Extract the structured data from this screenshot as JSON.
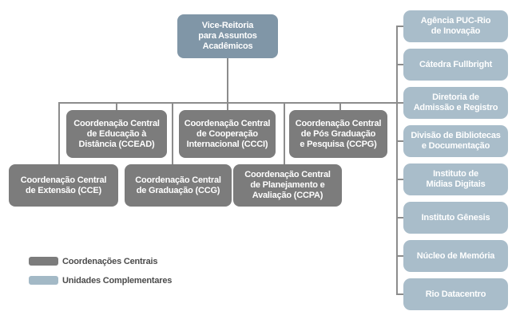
{
  "diagram": {
    "root_node": {
      "label": "Vice-Reitoria\npara Assuntos\nAcadêmicos"
    },
    "coordenacoes_centrais": [
      {
        "label": "Coordenação Central\nde Educação à\nDistância (CCEAD)"
      },
      {
        "label": "Coordenação Central\nde Cooperação\nInternacional (CCCI)"
      },
      {
        "label": "Coordenação Central\nde Pós Graduação\ne Pesquisa (CCPG)"
      },
      {
        "label": "Coordenação Central\nde Extensão (CCE)"
      },
      {
        "label": "Coordenação Central\nde Graduação (CCG)"
      },
      {
        "label": "Coordenação Central\nde Planejamento e\nAvaliação (CCPA)"
      }
    ],
    "unidades_complementares": [
      {
        "label": "Agência PUC-Rio\nde Inovação"
      },
      {
        "label": "Cátedra Fullbright"
      },
      {
        "label": "Diretoria de\nAdmissão e Registro"
      },
      {
        "label": "Divisão de Bibliotecas\ne Documentação"
      },
      {
        "label": "Instituto de\nMídias Digitais"
      },
      {
        "label": "Instituto Gênesis"
      },
      {
        "label": "Núcleo de Memória"
      },
      {
        "label": "Rio Datacentro"
      }
    ],
    "legend": {
      "items": [
        {
          "label": "Coordenações Centrais",
          "swatch_color": "#7c7c7c"
        },
        {
          "label": "Unidades Complementares",
          "swatch_color": "#a3b9c6"
        }
      ]
    },
    "colors": {
      "coordenacao_box": "#7c7c7c",
      "root_box": "#8096a7",
      "unidade_box": "#a9bdca",
      "connector": "#8c8c8c",
      "box_text": "#ffffff",
      "legend_text": "#4c4c4c"
    }
  }
}
